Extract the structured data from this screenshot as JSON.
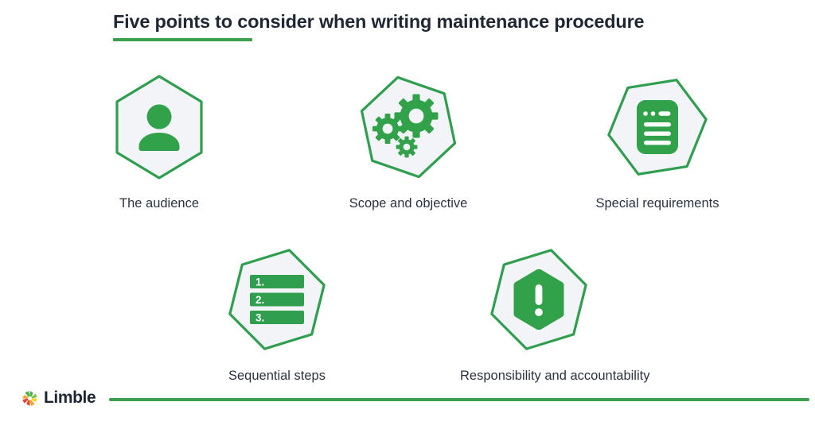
{
  "page": {
    "title": "Five points to consider when writing maintenance procedure",
    "background_color": "#ffffff",
    "accent_color": "#3aa04d",
    "icon_green": "#31a14a",
    "hex_fill": "#f2f4f7",
    "text_color": "#2b3240"
  },
  "points": [
    {
      "id": "audience",
      "label": "The audience",
      "icon": "person-icon",
      "hex_rotation": 0
    },
    {
      "id": "scope",
      "label": "Scope and objective",
      "icon": "gears-icon",
      "hex_rotation": -12
    },
    {
      "id": "special",
      "label": "Special requirements",
      "icon": "document-lines-icon",
      "hex_rotation": 22
    },
    {
      "id": "sequential",
      "label": "Sequential steps",
      "icon": "numbered-list-icon",
      "hex_rotation": 14,
      "list_items": [
        "1.",
        "2.",
        "3."
      ]
    },
    {
      "id": "responsibility",
      "label": "Responsibility and accountability",
      "icon": "exclamation-hexagon-icon",
      "hex_rotation": 14
    }
  ],
  "footer": {
    "brand": "Limble",
    "logo_mark": "limble-pinwheel-icon",
    "logo_colors": [
      "#4caf50",
      "#f5a623",
      "#e8452c",
      "#f7d417"
    ],
    "rule_color": "#3aa04d"
  }
}
